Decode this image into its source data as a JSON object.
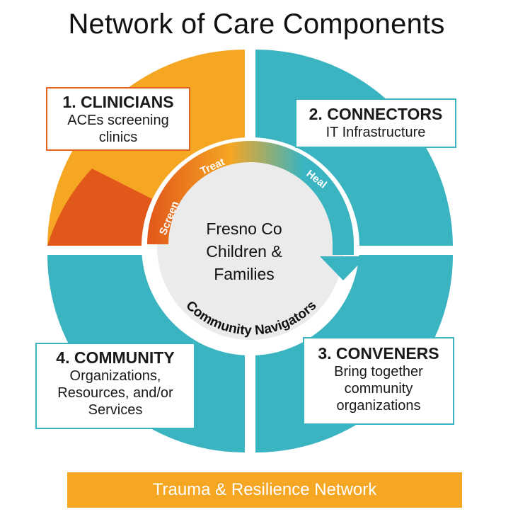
{
  "title": "Network of Care Components",
  "components": [
    {
      "heading": "1. CLINICIANS",
      "lines": [
        "ACEs screening",
        "clinics"
      ]
    },
    {
      "heading": "2. CONNECTORS",
      "lines": [
        "IT Infrastructure"
      ]
    },
    {
      "heading": "3. CONVENERS",
      "lines": [
        "Bring together",
        "community",
        "organizations"
      ]
    },
    {
      "heading": "4. COMMUNITY",
      "lines": [
        "Organizations,",
        "Resources, and/or",
        "Services"
      ]
    }
  ],
  "center": {
    "lines": [
      "Fresno Co",
      "Children &",
      "Families"
    ]
  },
  "arc_labels": [
    "Screen",
    "Treat",
    "Heal"
  ],
  "ring_label": "Community Navigators",
  "banner": "Trauma & Resilience Network",
  "colors": {
    "orange": "#f5a623",
    "dark_orange": "#e2581a",
    "teal": "#3ab4c0",
    "inner_circle": "#ebebeb",
    "banner": "#f5a623"
  }
}
